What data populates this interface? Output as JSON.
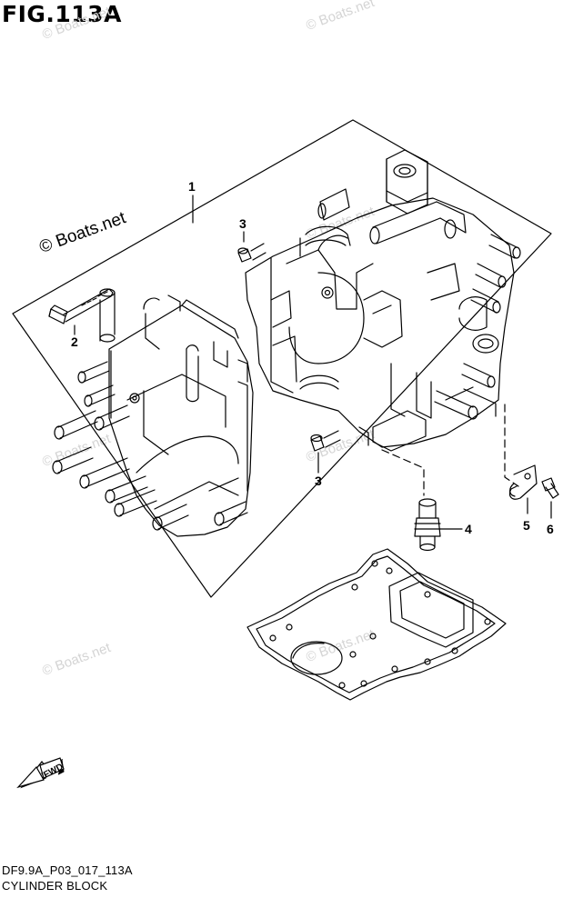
{
  "figure": {
    "title": "FIG.113A",
    "drawing_code": "DF9.9A_P03_017_113A",
    "section_name": "CYLINDER BLOCK"
  },
  "watermark": {
    "text": "© Boats.net"
  },
  "callouts": [
    {
      "ref": "1"
    },
    {
      "ref": "2"
    },
    {
      "ref": "3"
    },
    {
      "ref": "3"
    },
    {
      "ref": "4"
    },
    {
      "ref": "5"
    },
    {
      "ref": "6"
    }
  ],
  "direction_arrow": {
    "label": "FWD",
    "icon": "fwd-arrow-icon"
  },
  "colors": {
    "line": "#000000",
    "watermark": "#d4d4d4",
    "background": "#ffffff"
  }
}
